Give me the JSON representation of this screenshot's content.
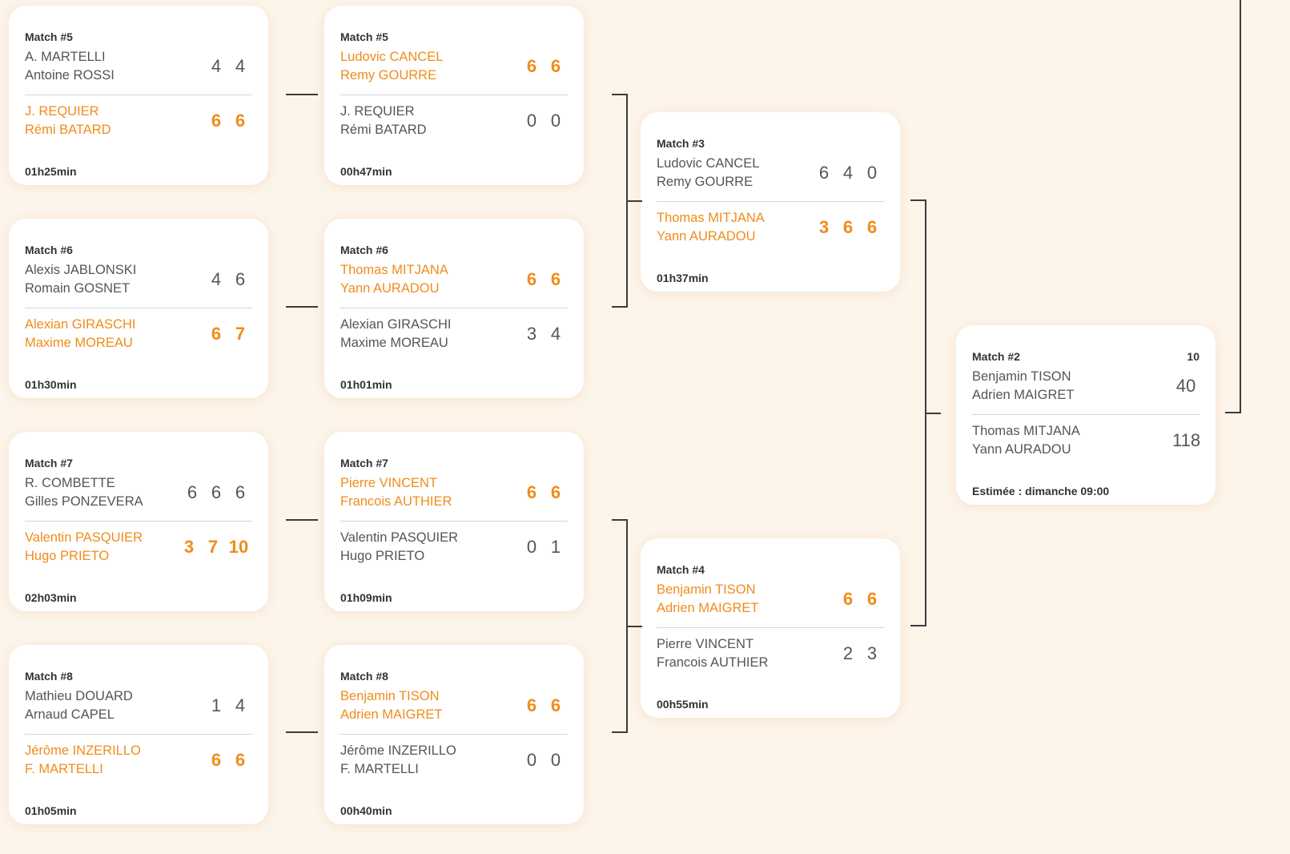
{
  "columns": [
    [
      {
        "title": "Match #5",
        "extra": "",
        "duration": "01h25min",
        "teams": [
          {
            "players": [
              "A. MARTELLI",
              "Antoine ROSSI"
            ],
            "scores": [
              "4",
              "4"
            ],
            "winner": false
          },
          {
            "players": [
              "J. REQUIER",
              "Rémi BATARD"
            ],
            "scores": [
              "6",
              "6"
            ],
            "winner": true
          }
        ]
      },
      {
        "title": "Match #6",
        "extra": "",
        "duration": "01h30min",
        "teams": [
          {
            "players": [
              "Alexis JABLONSKI",
              "Romain GOSNET"
            ],
            "scores": [
              "4",
              "6"
            ],
            "winner": false
          },
          {
            "players": [
              "Alexian GIRASCHI",
              "Maxime MOREAU"
            ],
            "scores": [
              "6",
              "7"
            ],
            "winner": true
          }
        ]
      },
      {
        "title": "Match #7",
        "extra": "",
        "duration": "02h03min",
        "teams": [
          {
            "players": [
              "R. COMBETTE",
              "Gilles PONZEVERA"
            ],
            "scores": [
              "6",
              "6",
              "6"
            ],
            "winner": false
          },
          {
            "players": [
              "Valentin PASQUIER",
              "Hugo PRIETO"
            ],
            "scores": [
              "3",
              "7",
              "10"
            ],
            "winner": true
          }
        ]
      },
      {
        "title": "Match #8",
        "extra": "",
        "duration": "01h05min",
        "teams": [
          {
            "players": [
              "Mathieu DOUARD",
              "Arnaud CAPEL"
            ],
            "scores": [
              "1",
              "4"
            ],
            "winner": false
          },
          {
            "players": [
              "Jérôme INZERILLO",
              "F. MARTELLI"
            ],
            "scores": [
              "6",
              "6"
            ],
            "winner": true
          }
        ]
      }
    ],
    [
      {
        "title": "Match #5",
        "extra": "",
        "duration": "00h47min",
        "teams": [
          {
            "players": [
              "Ludovic CANCEL",
              "Remy GOURRE"
            ],
            "scores": [
              "6",
              "6"
            ],
            "winner": true
          },
          {
            "players": [
              "J. REQUIER",
              "Rémi BATARD"
            ],
            "scores": [
              "0",
              "0"
            ],
            "winner": false
          }
        ]
      },
      {
        "title": "Match #6",
        "extra": "",
        "duration": "01h01min",
        "teams": [
          {
            "players": [
              "Thomas MITJANA",
              "Yann AURADOU"
            ],
            "scores": [
              "6",
              "6"
            ],
            "winner": true
          },
          {
            "players": [
              "Alexian GIRASCHI",
              "Maxime MOREAU"
            ],
            "scores": [
              "3",
              "4"
            ],
            "winner": false
          }
        ]
      },
      {
        "title": "Match #7",
        "extra": "",
        "duration": "01h09min",
        "teams": [
          {
            "players": [
              "Pierre VINCENT",
              "Francois AUTHIER"
            ],
            "scores": [
              "6",
              "6"
            ],
            "winner": true
          },
          {
            "players": [
              "Valentin PASQUIER",
              "Hugo PRIETO"
            ],
            "scores": [
              "0",
              "1"
            ],
            "winner": false
          }
        ]
      },
      {
        "title": "Match #8",
        "extra": "",
        "duration": "00h40min",
        "teams": [
          {
            "players": [
              "Benjamin TISON",
              "Adrien MAIGRET"
            ],
            "scores": [
              "6",
              "6"
            ],
            "winner": true
          },
          {
            "players": [
              "Jérôme INZERILLO",
              "F. MARTELLI"
            ],
            "scores": [
              "0",
              "0"
            ],
            "winner": false
          }
        ]
      }
    ],
    [
      {
        "title": "Match #3",
        "extra": "",
        "duration": "01h37min",
        "teams": [
          {
            "players": [
              "Ludovic CANCEL",
              "Remy GOURRE"
            ],
            "scores": [
              "6",
              "4",
              "0"
            ],
            "winner": false
          },
          {
            "players": [
              "Thomas MITJANA",
              "Yann AURADOU"
            ],
            "scores": [
              "3",
              "6",
              "6"
            ],
            "winner": true
          }
        ]
      },
      {
        "title": "Match #4",
        "extra": "",
        "duration": "00h55min",
        "teams": [
          {
            "players": [
              "Benjamin TISON",
              "Adrien MAIGRET"
            ],
            "scores": [
              "6",
              "6"
            ],
            "winner": true
          },
          {
            "players": [
              "Pierre VINCENT",
              "Francois AUTHIER"
            ],
            "scores": [
              "2",
              "3"
            ],
            "winner": false
          }
        ]
      }
    ],
    [
      {
        "title": "Match #2",
        "extra": "10",
        "duration": "Estimée : dimanche 09:00",
        "teams": [
          {
            "players": [
              "Benjamin TISON",
              "Adrien MAIGRET"
            ],
            "scores": [
              "40"
            ],
            "winner": false
          },
          {
            "players": [
              "Thomas MITJANA",
              "Yann AURADOU"
            ],
            "scores": [
              "118"
            ],
            "winner": false
          }
        ]
      }
    ]
  ]
}
